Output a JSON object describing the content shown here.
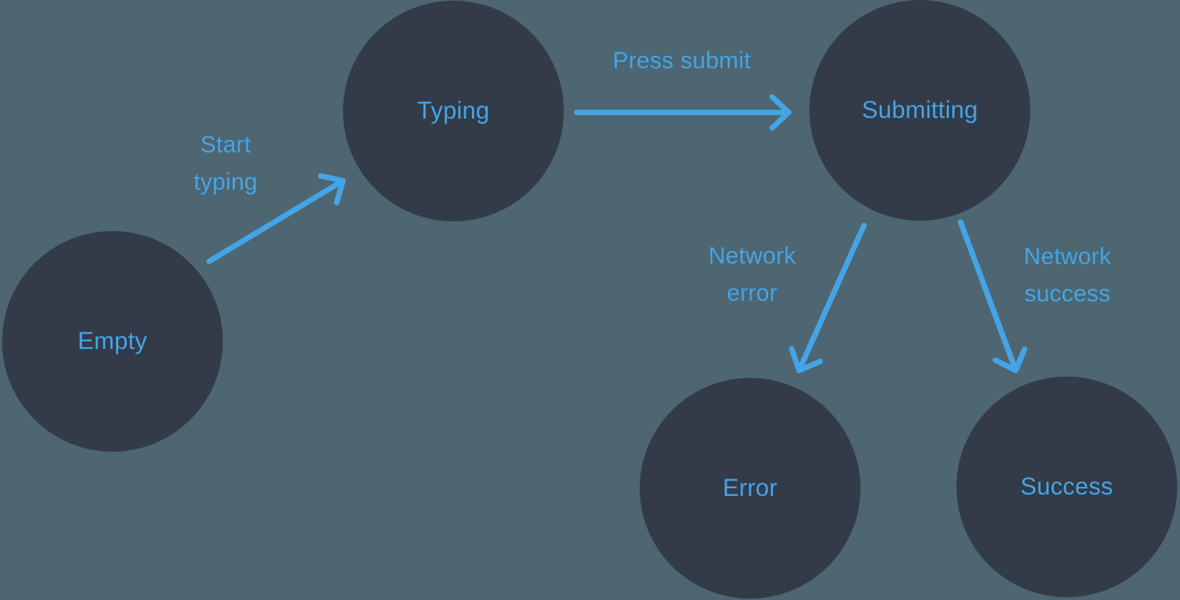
{
  "diagram": {
    "type": "state-machine",
    "colors": {
      "background": "#4d6671",
      "node": "#333b49",
      "accent": "#44a4e6"
    },
    "nodes": {
      "empty": {
        "label": "Empty"
      },
      "typing": {
        "label": "Typing"
      },
      "submitting": {
        "label": "Submitting"
      },
      "error": {
        "label": "Error"
      },
      "success": {
        "label": "Success"
      }
    },
    "edges": {
      "start_typing": {
        "label": "Start typing",
        "from": "Empty",
        "to": "Typing"
      },
      "press_submit": {
        "label": "Press submit",
        "from": "Typing",
        "to": "Submitting"
      },
      "network_error": {
        "label": "Network error",
        "from": "Submitting",
        "to": "Error"
      },
      "network_success": {
        "label": "Network success",
        "from": "Submitting",
        "to": "Success"
      }
    }
  }
}
